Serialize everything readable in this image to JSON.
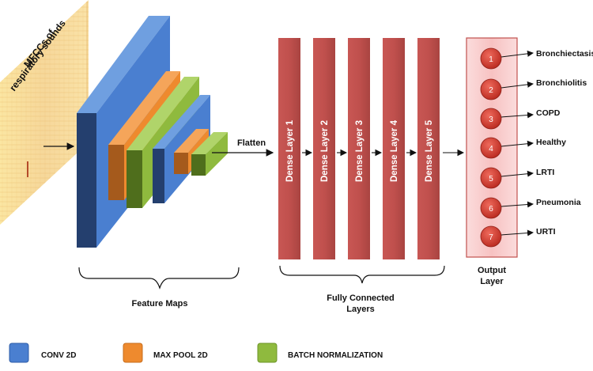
{
  "input": {
    "label_line1": "MFCCs of",
    "label_line2": "respiratory sounds"
  },
  "feature_maps_label": "Feature Maps",
  "flatten_label": "Flatten",
  "dense_layers": [
    "Dense Layer 1",
    "Dense Layer 2",
    "Dense Layer 3",
    "Dense Layer 4",
    "Dense Layer 5"
  ],
  "fully_connected_label_line1": "Fully Connected",
  "fully_connected_label_line2": "Layers",
  "output_layer_label_line1": "Output",
  "output_layer_label_line2": "Layer",
  "output_nodes": [
    {
      "number": "1",
      "class": "Bronchiectasis"
    },
    {
      "number": "2",
      "class": "Bronchiolitis"
    },
    {
      "number": "3",
      "class": "COPD"
    },
    {
      "number": "4",
      "class": "Healthy"
    },
    {
      "number": "5",
      "class": "LRTI"
    },
    {
      "number": "6",
      "class": "Pneumonia"
    },
    {
      "number": "7",
      "class": "URTI"
    }
  ],
  "legend": [
    {
      "label": "CONV 2D",
      "color": "#4a7fd0"
    },
    {
      "label": "MAX POOL 2D",
      "color": "#ee8a2e"
    },
    {
      "label": "BATCH NORMALIZATION",
      "color": "#8fba3e"
    }
  ],
  "colors": {
    "conv": "#4a7fd0",
    "pool": "#ee8a2e",
    "batchnorm": "#8fba3e",
    "dense": "#c0504d",
    "output_box": "#f8c8c8",
    "node": "#d93a2e"
  }
}
